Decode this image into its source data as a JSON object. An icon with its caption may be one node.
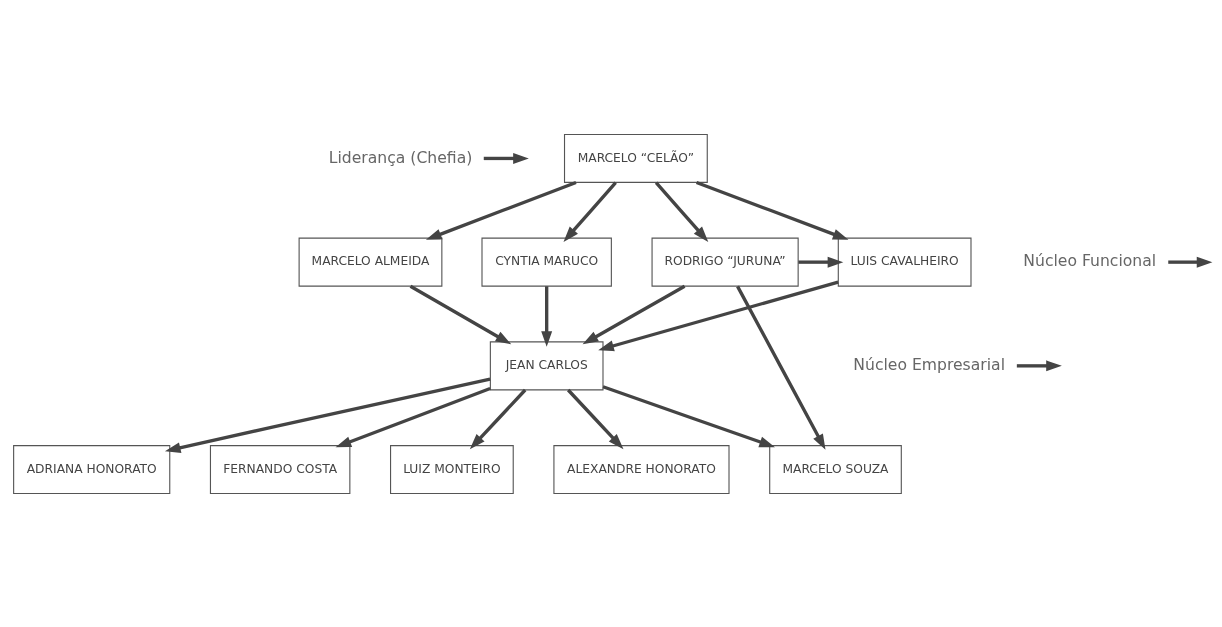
{
  "diagram": {
    "nodes": [
      {
        "text": [
          "Liderança (Chefia)"
        ]
      },
      {
        "text": [
          "MARCELO “CELÃO”"
        ]
      },
      {
        "text": [
          "Núcleo Funcional"
        ]
      },
      {
        "text": [
          "MARCELO ALMEIDA"
        ]
      },
      {
        "text": [
          "CYNTIA MARUCO"
        ]
      },
      {
        "text": [
          "LUIS CAVALHEIRO"
        ]
      },
      {
        "text": [
          "RODRIGO “JURUNA”"
        ]
      },
      {
        "text": [
          "Núcleo Empresarial"
        ]
      },
      {
        "text": [
          "JEAN CARLOS"
        ]
      },
      {
        "text": [
          "FERNANDO COSTA"
        ]
      },
      {
        "text": [
          "LUIZ MONTEIRO"
        ]
      },
      {
        "text": [
          "ALEXANDRE HONORATO"
        ]
      },
      {
        "text": [
          "ADRIANA HONORATO"
        ]
      },
      {
        "text": [
          "MARCELO SOUZA"
        ]
      }
    ],
    "edges": [
      {
        "from": 0,
        "to": null,
        "arrow": "to"
      },
      {
        "from": 1,
        "to": 3,
        "arrow": "to"
      },
      {
        "from": 1,
        "to": 4,
        "arrow": "to"
      },
      {
        "from": 1,
        "to": 5,
        "arrow": "to"
      },
      {
        "from": 1,
        "to": 6,
        "arrow": "to"
      },
      {
        "from": 2,
        "to": null,
        "arrow": "to"
      },
      {
        "from": 6,
        "to": 5,
        "arrow": "to"
      },
      {
        "from": 3,
        "to": 8,
        "arrow": "to"
      },
      {
        "from": 4,
        "to": 8,
        "arrow": "to"
      },
      {
        "from": 5,
        "to": 8,
        "arrow": "to"
      },
      {
        "from": 6,
        "to": 8,
        "arrow": "to"
      },
      {
        "from": 6,
        "to": 13,
        "arrow": "to"
      },
      {
        "from": 7,
        "to": null,
        "arrow": "to"
      },
      {
        "from": 8,
        "to": 9,
        "arrow": "to"
      },
      {
        "from": 8,
        "to": 10,
        "arrow": "to"
      },
      {
        "from": 8,
        "to": 11,
        "arrow": "to"
      },
      {
        "from": 8,
        "to": 12,
        "arrow": "to"
      },
      {
        "from": 8,
        "to": 13,
        "arrow": "to"
      }
    ]
  }
}
